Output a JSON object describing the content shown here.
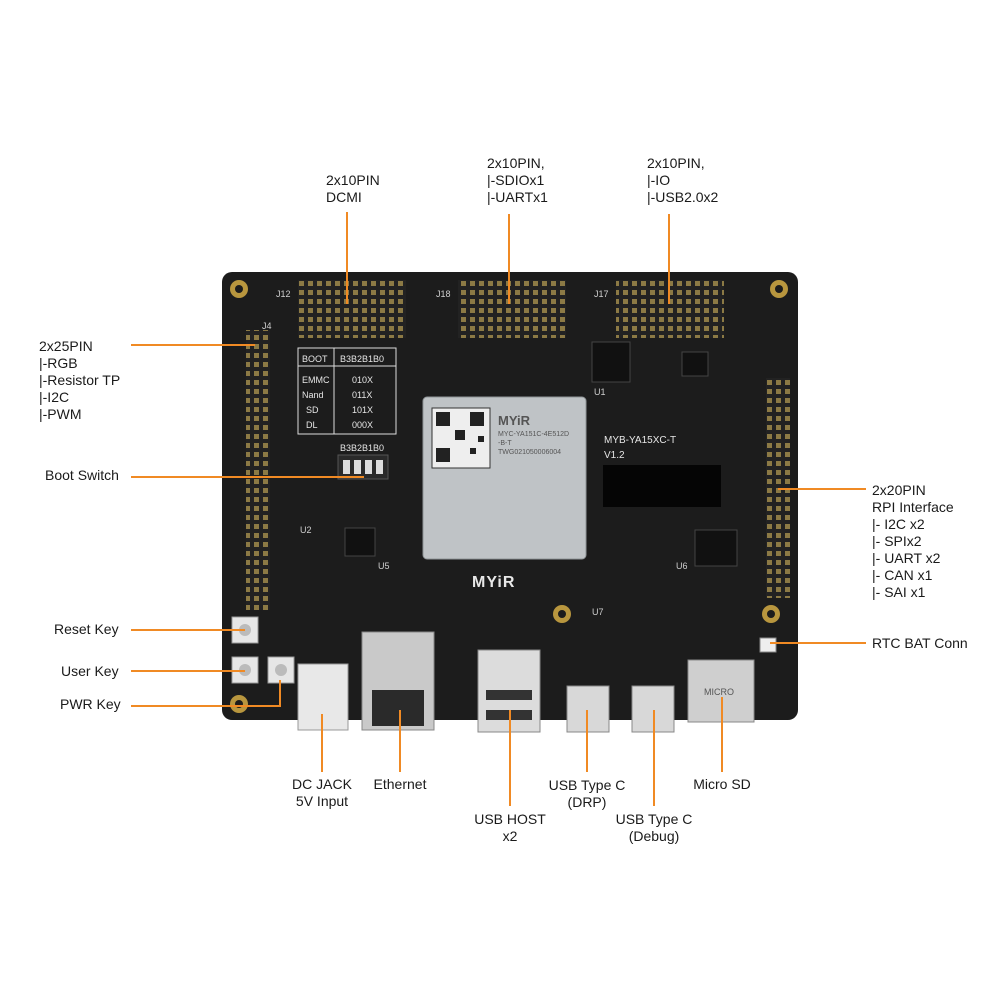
{
  "colors": {
    "accent": "#f08a24",
    "board": "#1c1c1c",
    "module": "#bfc3c6"
  },
  "board": {
    "silkscreen": {
      "j12": "J12",
      "j18": "J18",
      "j17": "J17",
      "j4": "J4",
      "u1": "U1",
      "u2": "U2",
      "u5": "U5",
      "u6": "U6",
      "u7": "U7",
      "boot_table": {
        "header": [
          "BOOT",
          "B3B2B1B0"
        ],
        "rows": [
          [
            "EMMC",
            "010X"
          ],
          [
            "Nand",
            "011X"
          ],
          [
            "SD",
            "101X"
          ],
          [
            "DL",
            "000X"
          ]
        ]
      },
      "switch_label": "B3B2B1B0",
      "board_name": "MYB-YA15XC-T",
      "version": "V1.2",
      "som_brand": "MYiR",
      "som_text": [
        "MYC-YA151C-4E512D",
        "-B-T",
        "TWG021050006004"
      ],
      "logo": "MYiR",
      "micro_sd_silk": "MICRO"
    }
  },
  "callouts": {
    "dcmi": [
      "2x10PIN",
      "DCMI"
    ],
    "j18": [
      "2x10PIN,",
      "|-SDIOx1",
      "|-UARTx1"
    ],
    "j17": [
      "2x10PIN,",
      "|-IO",
      "|-USB2.0x2"
    ],
    "left_header": [
      "2x25PIN",
      "|-RGB",
      "|-Resistor TP",
      "|-I2C",
      "|-PWM"
    ],
    "boot_switch": "Boot Switch",
    "rpi": [
      "2x20PIN",
      "RPI Interface",
      "|- I2C x2",
      "|- SPIx2",
      "|- UART x2",
      "|- CAN x1",
      "|- SAI x1"
    ],
    "rtc": "RTC BAT Conn",
    "reset_key": "Reset Key",
    "user_key": "User Key",
    "pwr_key": "PWR Key",
    "dc_jack": [
      "DC JACK",
      "5V Input"
    ],
    "ethernet": "Ethernet",
    "usb_host": [
      "USB HOST",
      "x2"
    ],
    "usbc_drp": [
      "USB Type C",
      "(DRP)"
    ],
    "usbc_debug": [
      "USB Type C",
      "(Debug)"
    ],
    "micro_sd": "Micro SD"
  }
}
